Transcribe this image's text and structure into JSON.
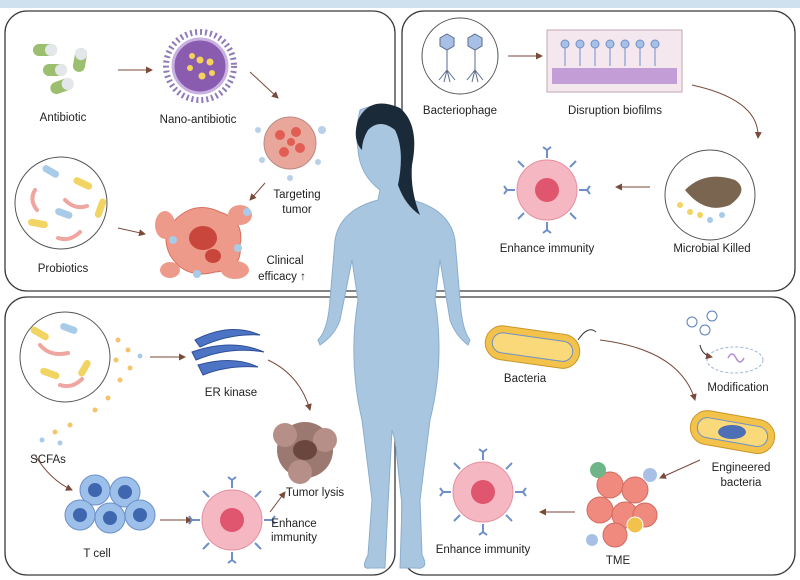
{
  "colors": {
    "body": "#a9c6e0",
    "hair": "#1b2a38",
    "tumor": "#e9897a",
    "immune": "#f2a7b3",
    "phage": "#8fa9d6"
  },
  "top_left": {
    "antibiotic": "Antibiotic",
    "nano_antibiotic": "Nano-antibiotic",
    "targeting_tumor": [
      "Targeting",
      "tumor"
    ],
    "probiotics": "Probiotics",
    "clinical_efficacy": [
      "Clinical",
      "efficacy ↑"
    ]
  },
  "top_right": {
    "bacteriophage": "Bacteriophage",
    "disruption_biofilms": "Disruption biofilms",
    "enhance_immunity": "Enhance immunity",
    "microbial_killed": "Microbial Killed"
  },
  "bottom_left": {
    "er_kinase": "ER kinase",
    "scfas": "SCFAs",
    "tumor_lysis": "Tumor lysis",
    "t_cell": "T cell",
    "enhance_immunity": [
      "Enhance",
      "immunity"
    ]
  },
  "bottom_right": {
    "bacteria": "Bacteria",
    "modification": "Modification",
    "engineered_bacteria": [
      "Engineered",
      "bacteria"
    ],
    "tme": "TME",
    "enhance_immunity": "Enhance immunity"
  }
}
